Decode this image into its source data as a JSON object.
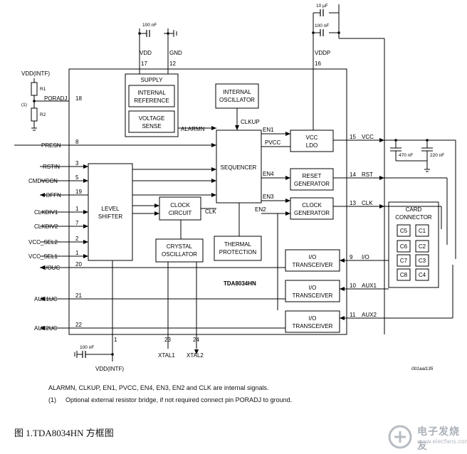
{
  "blocks": {
    "supply": "SUPPLY",
    "internal_reference_1": "INTERNAL",
    "internal_reference_2": "REFERENCE",
    "voltage_sense_1": "VOLTAGE",
    "voltage_sense_2": "SENSE",
    "internal_oscillator_1": "INTERNAL",
    "internal_oscillator_2": "OSCILLATOR",
    "sequencer": "SEQUENCER",
    "vcc_ldo_1": "VCC",
    "vcc_ldo_2": "LDO",
    "reset_generator_1": "RESET",
    "reset_generator_2": "GENERATOR",
    "clock_generator_1": "CLOCK",
    "clock_generator_2": "GENERATOR",
    "level_shifter_1": "LEVEL",
    "level_shifter_2": "SHIFTER",
    "clock_circuit_1": "CLOCK",
    "clock_circuit_2": "CIRCUIT",
    "crystal_oscillator_1": "CRYSTAL",
    "crystal_oscillator_2": "OSCILLATOR",
    "thermal_protection_1": "THERMAL",
    "thermal_protection_2": "PROTECTION",
    "io_transceiver_1": "I/O",
    "io_transceiver_2": "TRANSCEIVER",
    "card_connector_1": "CARD",
    "card_connector_2": "CONNECTOR",
    "chip_name": "TDA8034HN"
  },
  "card_contacts": [
    "C5",
    "C1",
    "C6",
    "C2",
    "C7",
    "C3",
    "C8",
    "C4"
  ],
  "internal_signals": {
    "clkup": "CLKUP",
    "en1": "EN1",
    "pvcc": "PVCC",
    "en4": "EN4",
    "en3": "EN3",
    "en2": "EN2",
    "clk": "CLK",
    "alarmn": "ALARMN"
  },
  "pins_left": [
    {
      "name": "PORADJ",
      "num": "18"
    },
    {
      "name": "PRESN",
      "num": "8"
    },
    {
      "name": "RSTIN",
      "num": "3"
    },
    {
      "name": "CMDVCCN",
      "num": "5"
    },
    {
      "name": "OFFN",
      "num": "19"
    },
    {
      "name": "CLKDIV1",
      "num": "1"
    },
    {
      "name": "CLKDIV2",
      "num": "7"
    },
    {
      "name": "VCC_SEL2",
      "num": "2"
    },
    {
      "name": "VCC_SEL1",
      "num": "1"
    },
    {
      "name": "I/OUC",
      "num": "20"
    },
    {
      "name": "AUX1UC",
      "num": "21"
    },
    {
      "name": "AUX2UC",
      "num": "22"
    }
  ],
  "pins_right": [
    {
      "name": "VCC",
      "num": "15"
    },
    {
      "name": "RST",
      "num": "14"
    },
    {
      "name": "CLK",
      "num": "13"
    },
    {
      "name": "I/O",
      "num": "9"
    },
    {
      "name": "AUX1",
      "num": "10"
    },
    {
      "name": "AUX2",
      "num": "11"
    }
  ],
  "pins_top": [
    {
      "name": "VDD",
      "num": "17"
    },
    {
      "name": "GND",
      "num": "12"
    },
    {
      "name": "VDDP",
      "num": "16"
    }
  ],
  "pins_bottom": [
    {
      "name": "XTAL1",
      "num": "23"
    },
    {
      "name": "XTAL2",
      "num": "24"
    },
    {
      "name": "VDD(INTF)",
      "num": "1"
    }
  ],
  "components": {
    "cap_vdd": "100 nF",
    "cap_vddp_1": "10 µF",
    "cap_vddp_2": "100 nF",
    "cap_vcc_1": "470 nF",
    "cap_vcc_2": "220 nF",
    "cap_bottom": "100 nF",
    "r1": "R1",
    "r2": "R2",
    "footnote_marker": "(1)",
    "vdd_intf_top": "VDD(INTF)",
    "vdd_intf_bottom": "VDD(INTF)"
  },
  "figure_id": "001aal135",
  "notes": {
    "line1": "ALARMN, CLKUP, EN1, PVCC, EN4, EN3, EN2 and CLK are internal signals.",
    "line2_num": "(1)",
    "line2_text": "Optional external resistor bridge, if not required connect pin PORADJ to ground."
  },
  "caption": "图 1.TDA8034HN 方框图",
  "watermark": {
    "text": "电子发烧友",
    "url": "www.elecfans.com"
  }
}
